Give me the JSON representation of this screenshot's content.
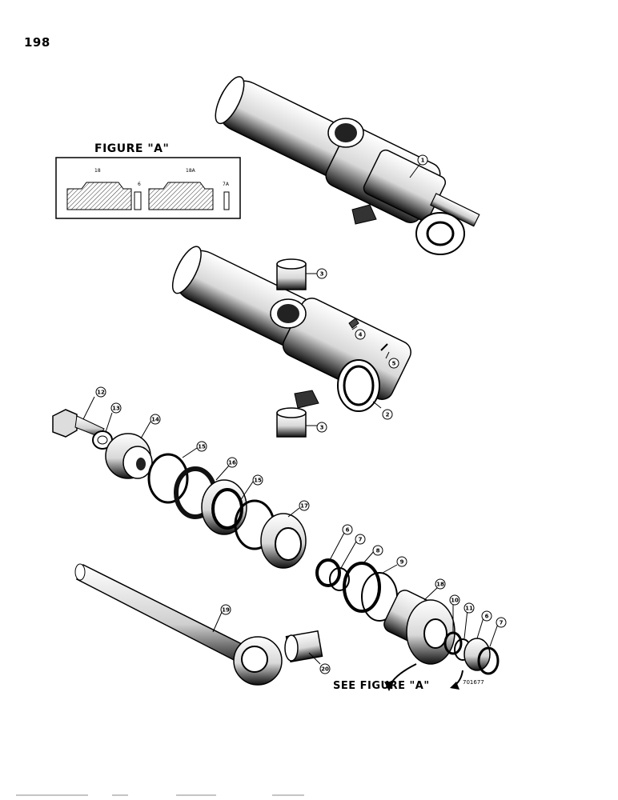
{
  "page_number": "198",
  "figure_a": {
    "title": "FIGURE \"A\"",
    "labels": [
      "18",
      "6",
      "18A",
      "7A"
    ]
  },
  "see_figure_note": "SEE FIGURE \"A\"",
  "drawing_number": "701677",
  "callouts": [
    "1",
    "3",
    "4",
    "5",
    "2",
    "3",
    "12",
    "13",
    "14",
    "15",
    "16",
    "15",
    "17",
    "6",
    "7",
    "8",
    "9",
    "18",
    "19",
    "20",
    "10",
    "11",
    "6",
    "7"
  ]
}
